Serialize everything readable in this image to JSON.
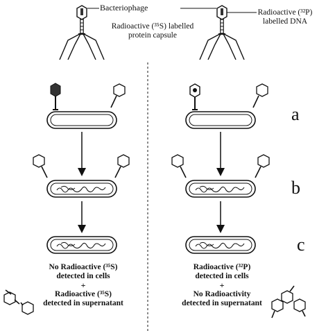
{
  "labels": {
    "bacteriophage": "Bacteriophage",
    "protein_label": "Radioactive (³⁵S) labelled",
    "protein_label2": "protein capsule",
    "dna_label": "Radioactive (³²P)",
    "dna_label2": "labelled DNA",
    "left_result1": "No Radioactive (³⁵S)",
    "left_result2": "detected in cells",
    "left_plus": "+",
    "left_result3": "Radioactive (³⁵S)",
    "left_result4": "detected in supernatant",
    "right_result1": "Radioactive (³²P)",
    "right_result2": "detected in cells",
    "right_plus": "+",
    "right_result3": "No Radioactivity",
    "right_result4": "detected in supernatant"
  },
  "steps": [
    "a",
    "b",
    "c"
  ]
}
